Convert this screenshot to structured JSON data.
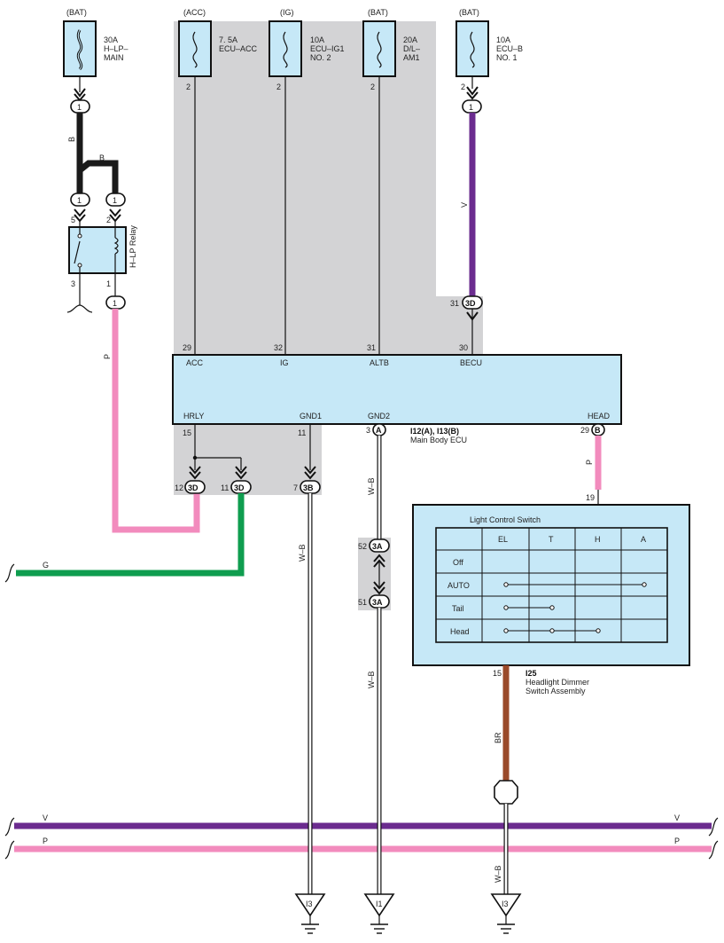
{
  "fuses": [
    {
      "source": "(BAT)",
      "line1": "30A",
      "line2": "H–LP–",
      "line3": "MAIN"
    },
    {
      "source": "(ACC)",
      "line1": "7. 5A",
      "line2": "ECU–ACC",
      "line3": ""
    },
    {
      "source": "(IG)",
      "line1": "10A",
      "line2": "ECU–IG1",
      "line3": "NO. 2"
    },
    {
      "source": "(BAT)",
      "line1": "20A",
      "line2": "D/L–",
      "line3": "AM1"
    },
    {
      "source": "(BAT)",
      "line1": "10A",
      "line2": "ECU–B",
      "line3": "NO. 1"
    }
  ],
  "pins": {
    "fuse1_out": "1",
    "fuse2": "2",
    "fuse3": "2",
    "fuse4": "2",
    "fuse5": "2",
    "fuse5_conn": "1",
    "relay_in_a": "1",
    "relay_in_b": "1",
    "relay_5": "5",
    "relay_2": "2",
    "relay_3": "3",
    "relay_1": "1",
    "relay_out": "1",
    "ecu_29": "29",
    "ecu_32": "32",
    "ecu_31": "31",
    "ecu_30": "30",
    "becu_31": "31",
    "becu_conn": "3D",
    "ecu_15": "15",
    "ecu_11": "11",
    "ecu_3": "3",
    "gnd2_conn": "A",
    "ecu_29b": "29",
    "head_conn": "B",
    "j12": "12",
    "j12c": "3D",
    "j11": "11",
    "j11c": "3D",
    "j7": "7",
    "j7c": "3B",
    "j52": "52",
    "j52c": "3A",
    "j51": "51",
    "j51c": "3A",
    "sw_19": "19",
    "sw_15": "15"
  },
  "relay": {
    "label": "H–LP Relay"
  },
  "ecu": {
    "top_labels": [
      "ACC",
      "IG",
      "ALTB",
      "BECU"
    ],
    "bottom_labels": [
      "HRLY",
      "GND1",
      "GND2",
      "HEAD"
    ],
    "id": "I12(A), I13(B)",
    "name": "Main Body ECU"
  },
  "switch": {
    "title": "Light Control Switch",
    "columns": [
      "EL",
      "T",
      "H",
      "A"
    ],
    "rows": [
      "Off",
      "AUTO",
      "Tail",
      "Head"
    ],
    "id": "I25",
    "name1": "Headlight Dimmer",
    "name2": "Switch Assembly"
  },
  "wires": {
    "b1": "B",
    "b2": "B",
    "v": "V",
    "p": "P",
    "g": "G",
    "wb1": "W–B",
    "wb2": "W–B",
    "wb3": "W–B",
    "wb4": "W–B",
    "p2": "P",
    "br": "BR",
    "bus_v_l": "V",
    "bus_v_r": "V",
    "bus_p_l": "P",
    "bus_p_r": "P"
  },
  "grounds": [
    "I3",
    "I1",
    "I3"
  ],
  "colors": {
    "black": "#1a1a1a",
    "violet": "#6b2c8f",
    "pink": "#f28bbd",
    "green": "#0f9d4f",
    "brown": "#9a4a2a",
    "component": "#c6e8f7",
    "shade": "#d3d3d5"
  }
}
